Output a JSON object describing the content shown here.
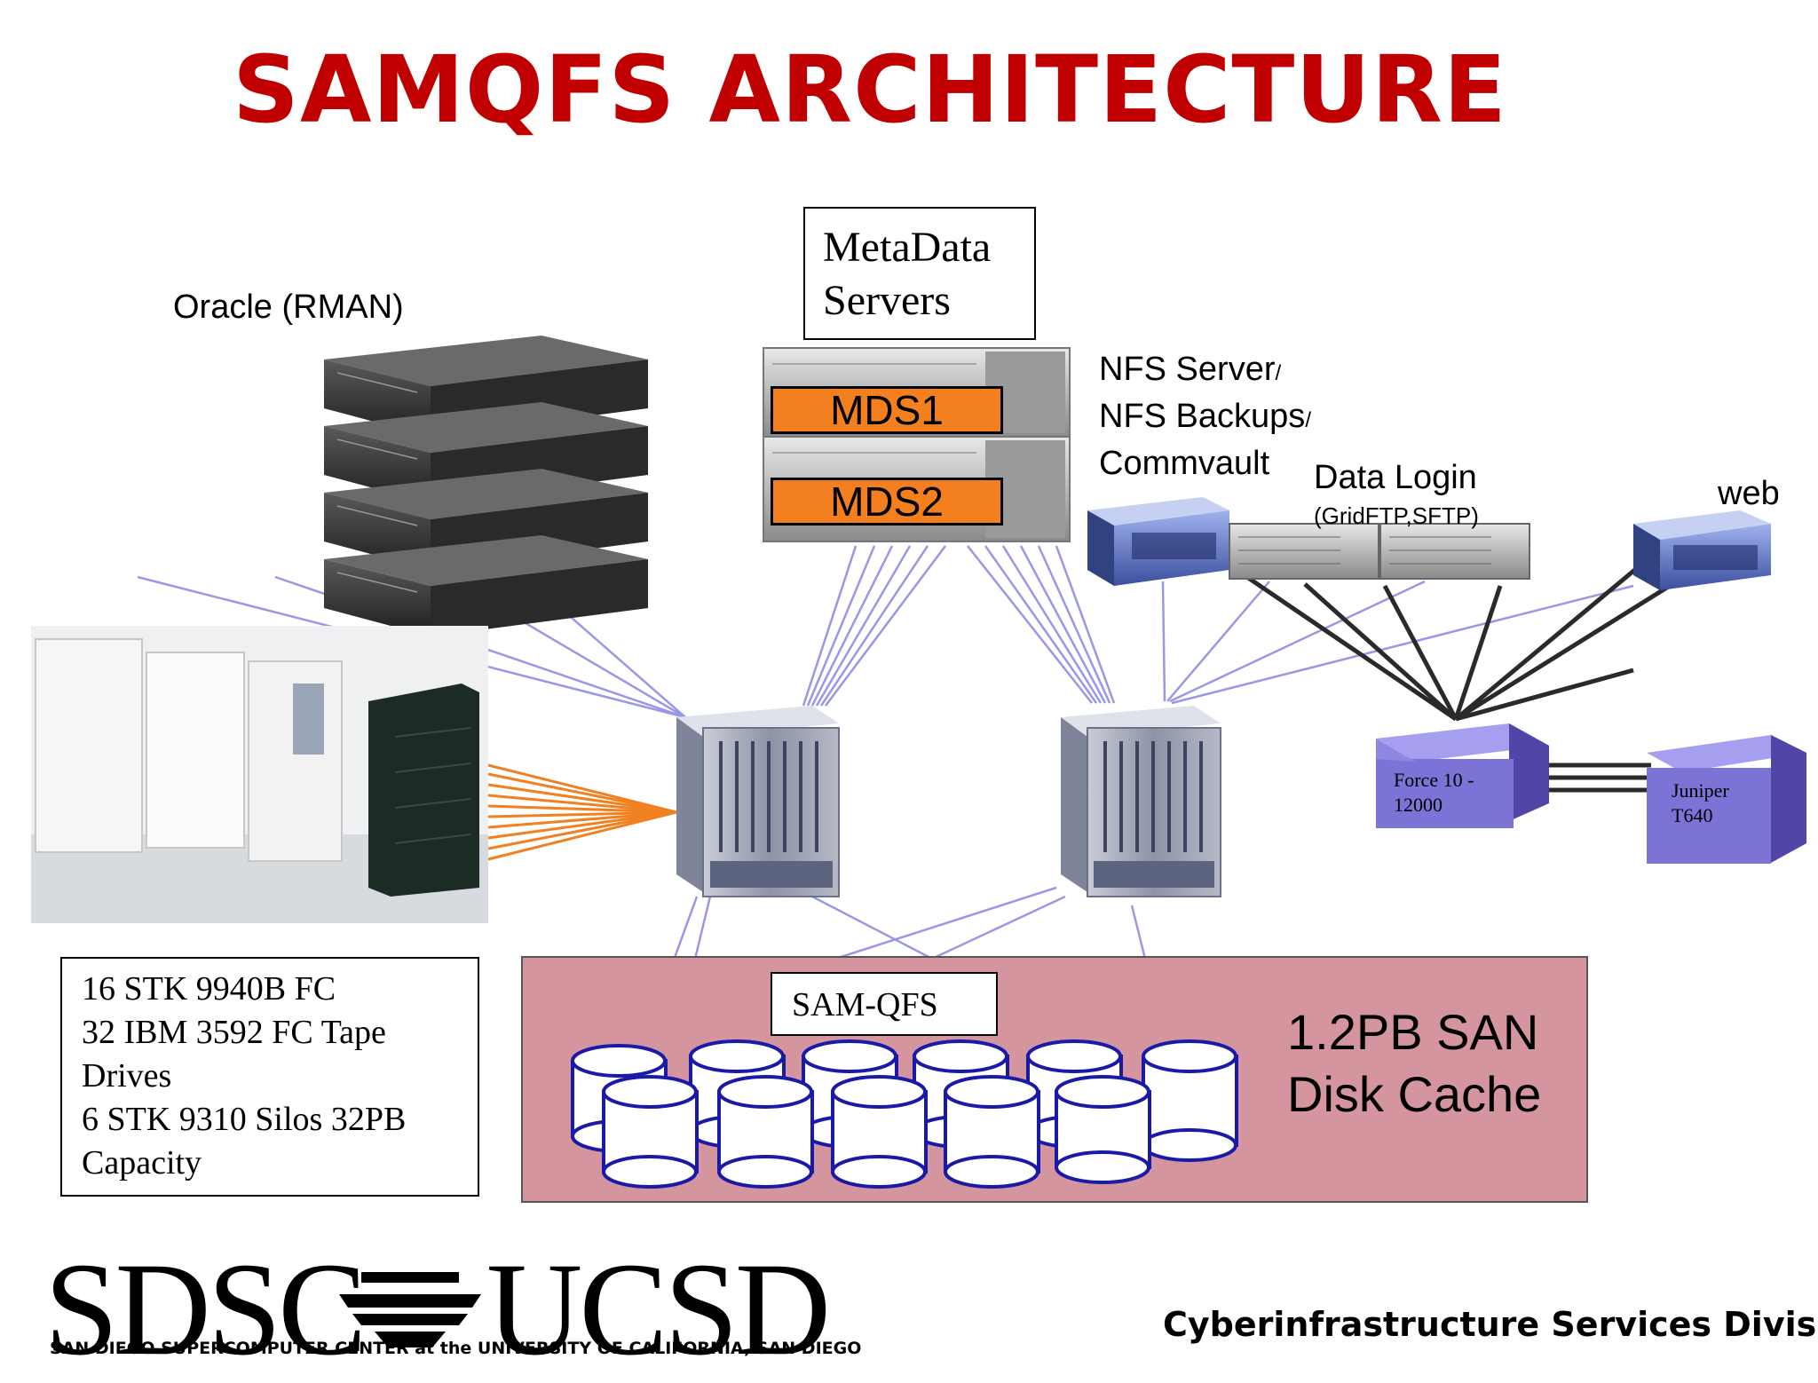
{
  "title": "SAMQFS ARCHITECTURE",
  "labels": {
    "oracle": "Oracle (RMAN)",
    "metadata_line1": "MetaData",
    "metadata_line2": "Servers",
    "mds1": "MDS1",
    "mds2": "MDS2",
    "nfs_line1": "NFS Server",
    "nfs_line2": "NFS Backups",
    "nfs_line3": "Commvault",
    "slash": "/",
    "data_login": "Data Login",
    "data_login_sub": "(GridFTP,SFTP)",
    "web": "web",
    "force10_line1": "Force 10 -",
    "force10_line2": "12000",
    "juniper_line1": "Juniper",
    "juniper_line2": "T640",
    "samqfs": "SAM-QFS",
    "san_line1": "1.2PB SAN",
    "san_line2": "Disk Cache"
  },
  "tape_info": [
    "16 STK 9940B FC",
    "32 IBM 3592 FC Tape",
    "Drives",
    "6 STK 9310 Silos  32PB",
    "Capacity"
  ],
  "footer": {
    "logo_left": "SDSC",
    "logo_right": "UCSD",
    "logo_subtitle": "SAN DIEGO SUPERCOMPUTER CENTER  at the UNIVERSITY OF CALIFORNIA, SAN DIEGO",
    "division": "Cyberinfrastructure Services Division"
  },
  "colors": {
    "title": "#c00000",
    "mds_fill": "#f47f1f",
    "san_fill": "#d4959e",
    "fc_link": "#9898e6",
    "tape_link": "#f08020",
    "network_link": "#2a2a2a",
    "switch_fill": "#7b73d6"
  }
}
